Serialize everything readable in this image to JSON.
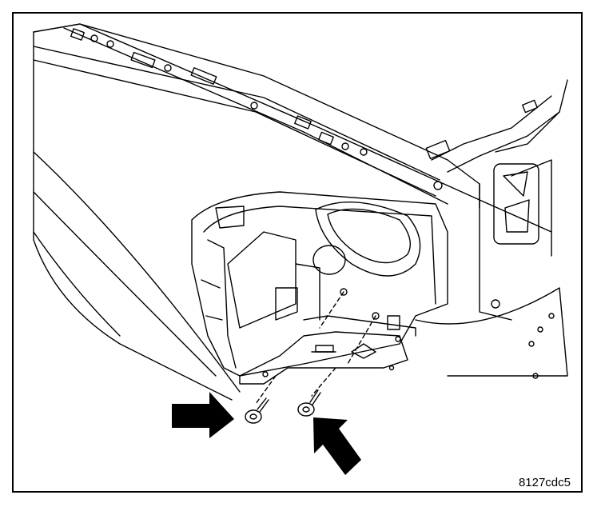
{
  "figure": {
    "code": "8127cdc5"
  },
  "parts": [
    {
      "name": "fender",
      "visible": true
    },
    {
      "name": "radiator-support",
      "visible": true
    },
    {
      "name": "headlamp-opening",
      "visible": true
    },
    {
      "name": "bracket",
      "visible": true
    },
    {
      "name": "bolt",
      "count": 2
    }
  ],
  "callouts": [
    {
      "type": "arrow",
      "icon": "right-arrow-icon",
      "target": "left-bolt"
    },
    {
      "type": "arrow",
      "icon": "up-left-arrow-icon",
      "target": "right-bolt"
    }
  ],
  "colors": {
    "line": "#000000",
    "background": "#ffffff"
  }
}
